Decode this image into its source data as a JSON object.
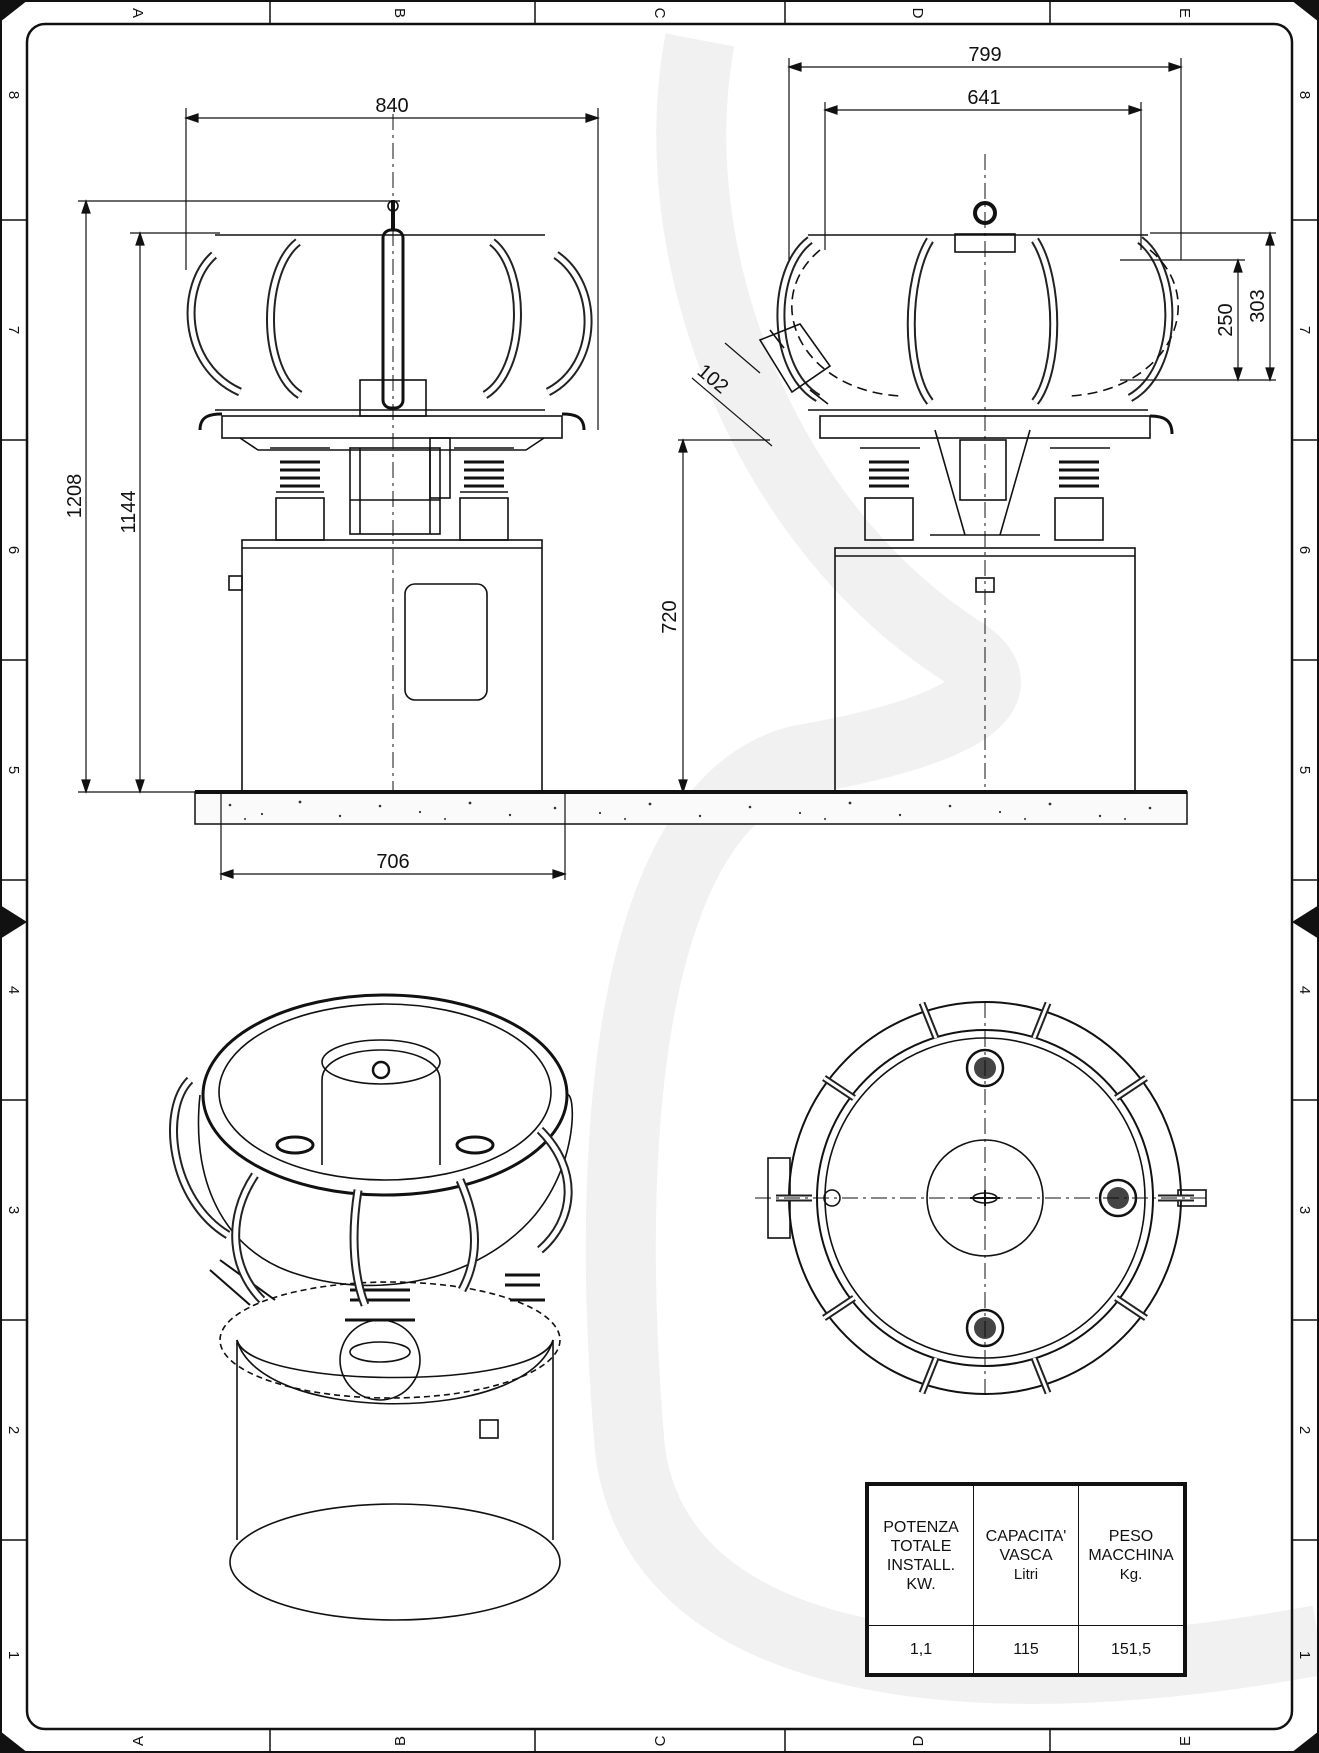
{
  "grid": {
    "columns": [
      "A",
      "B",
      "C",
      "D",
      "E"
    ],
    "rows": [
      "8",
      "7",
      "6",
      "5",
      "4",
      "3",
      "2",
      "1"
    ]
  },
  "dimensions": {
    "front_width": "840",
    "front_total_height": "1208",
    "front_body_height": "1144",
    "base_width": "706",
    "side_width_outer": "799",
    "side_width_inner": "641",
    "side_unload_height": "720",
    "side_outlet": "102",
    "side_bowl_depth_inner": "250",
    "side_bowl_depth_outer": "303"
  },
  "spec_table": {
    "headers": [
      {
        "lines": [
          "POTENZA",
          "TOTALE",
          "INSTALL.",
          "KW."
        ],
        "unit": ""
      },
      {
        "lines": [
          "CAPACITA'",
          "VASCA"
        ],
        "unit": "Litri"
      },
      {
        "lines": [
          "PESO",
          "MACCHINA"
        ],
        "unit": "Kg."
      }
    ],
    "values": [
      "1,1",
      "115",
      "151,5"
    ]
  }
}
